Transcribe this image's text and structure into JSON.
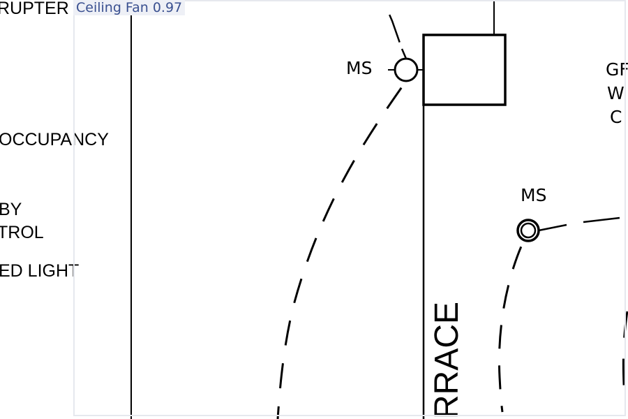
{
  "legend": {
    "line1": "RUPTER",
    "line2": "OCCUPANCY",
    "line3a": "BY",
    "line3b": "TROL",
    "line4": "ED LIGHT"
  },
  "detection": {
    "label": "Ceiling Fan 0.97",
    "color": "#3a5090"
  },
  "drawing": {
    "sensor_label_1": "MS",
    "sensor_label_2": "MS",
    "room_name": "RRACE",
    "right_text_1": "GF",
    "right_text_2": "W",
    "right_text_3": "C"
  }
}
